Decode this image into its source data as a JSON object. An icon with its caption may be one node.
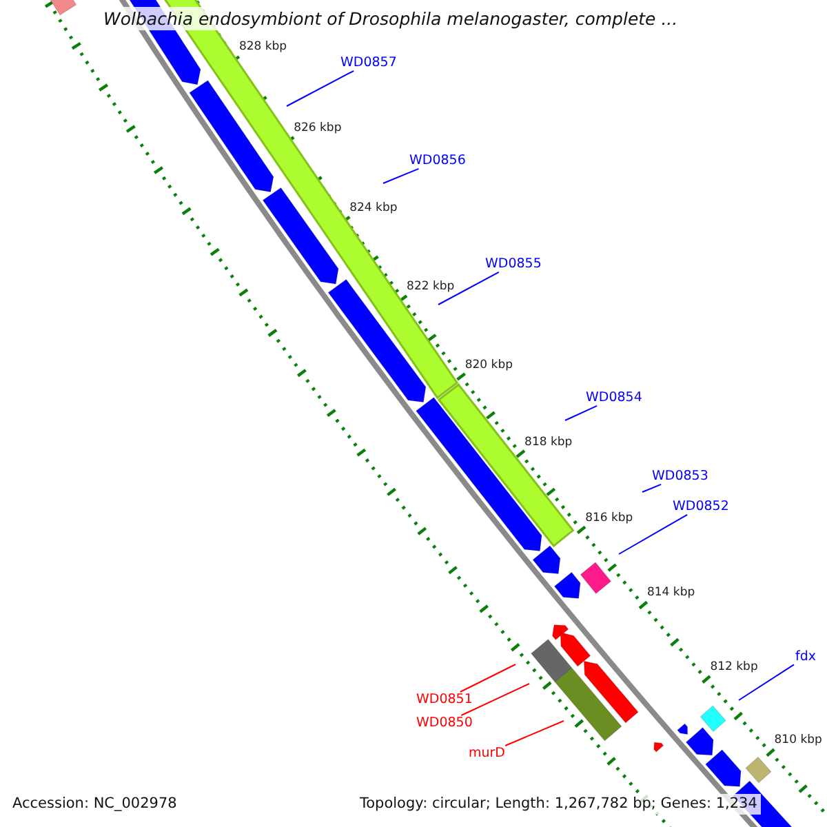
{
  "diagram": {
    "title": "Wolbachia endosymbiont of Drosophila melanogaster, complete ...",
    "nodes": [
      {
        "text": [
          "WD0857"
        ]
      },
      {
        "text": [
          "WD0856"
        ]
      },
      {
        "text": [
          "WD0855"
        ]
      },
      {
        "text": [
          "WD0854"
        ]
      },
      {
        "text": [
          "WD0853"
        ]
      },
      {
        "text": [
          "WD0852"
        ]
      },
      {
        "text": [
          "fdx"
        ]
      },
      {
        "text": [
          "WD0851"
        ]
      },
      {
        "text": [
          "WD0850"
        ]
      },
      {
        "text": [
          "murD"
        ]
      }
    ],
    "edges": [
      {
        "from": 0,
        "to": null,
        "arrow": "none"
      },
      {
        "from": 1,
        "to": null,
        "arrow": "none"
      },
      {
        "from": 2,
        "to": null,
        "arrow": "none"
      },
      {
        "from": 3,
        "to": null,
        "arrow": "none"
      },
      {
        "from": 4,
        "to": null,
        "arrow": "none"
      },
      {
        "from": 5,
        "to": null,
        "arrow": "none"
      },
      {
        "from": 6,
        "to": null,
        "arrow": "none"
      },
      {
        "from": 7,
        "to": null,
        "arrow": "none",
        "color": "#ff0000"
      },
      {
        "from": 8,
        "to": null,
        "arrow": "none",
        "color": "#ff0000"
      },
      {
        "from": 9,
        "to": null,
        "arrow": "none",
        "color": "#ff0000"
      }
    ],
    "labels": [
      "828 kbp",
      "826 kbp",
      "824 kbp",
      "822 kbp",
      "820 kbp",
      "818 kbp",
      "816 kbp",
      "814 kbp",
      "812 kbp",
      "810 kbp",
      "Accession: NC_002978",
      "Topology: circular; Length: 1,267,782 bp; Genes: 1,234"
    ]
  }
}
